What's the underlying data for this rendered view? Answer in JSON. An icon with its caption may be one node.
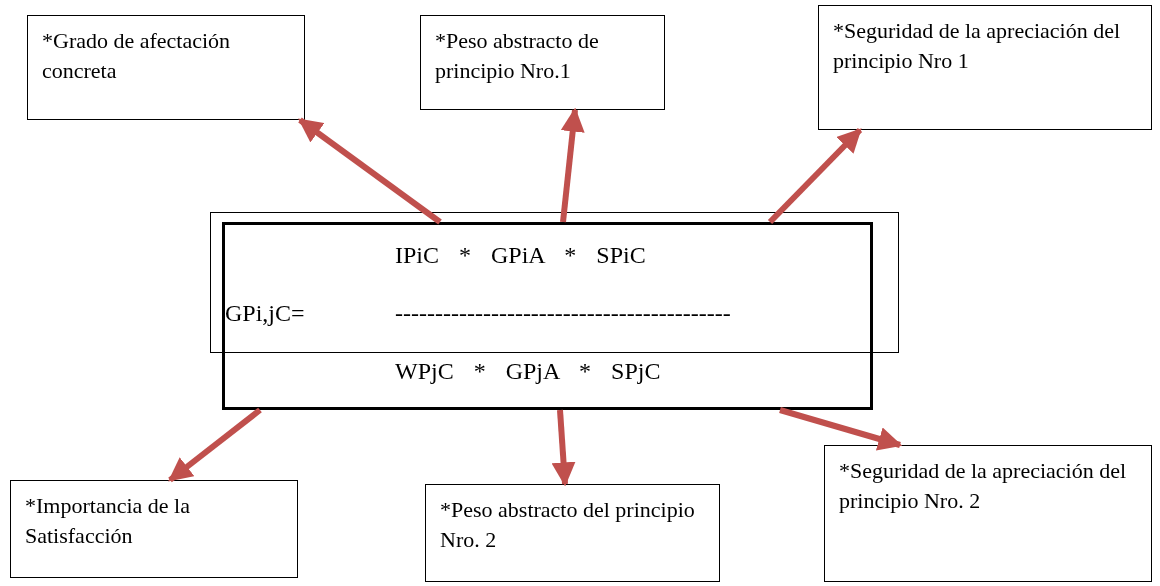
{
  "diagram": {
    "nodes": [
      {
        "text": [
          "*Grado de afectación concreta"
        ]
      },
      {
        "text": [
          "*Peso abstracto de principio Nro.1"
        ]
      },
      {
        "text": [
          "*Seguridad de la apreciación del principio Nro 1"
        ]
      },
      {
        "text": [
          "IPiC * GPiA * SPiC",
          "GPi,jC=",
          "------------------------------------------",
          "WPjC * GPjA * SPjC"
        ]
      },
      {
        "text": [
          "*Importancia de la Satisfacción"
        ]
      },
      {
        "text": [
          "*Peso abstracto del principio Nro. 2"
        ]
      },
      {
        "text": [
          "*Seguridad de la apreciación del principio Nro. 2"
        ]
      }
    ],
    "edges": [
      {
        "from": 3,
        "to": 0,
        "arrow": "to",
        "color": "#c0504d"
      },
      {
        "from": 3,
        "to": 1,
        "arrow": "to",
        "color": "#c0504d"
      },
      {
        "from": 3,
        "to": 2,
        "arrow": "to",
        "color": "#c0504d"
      },
      {
        "from": 3,
        "to": 4,
        "arrow": "to",
        "color": "#c0504d"
      },
      {
        "from": 3,
        "to": 5,
        "arrow": "to",
        "color": "#c0504d"
      },
      {
        "from": 3,
        "to": 6,
        "arrow": "to",
        "color": "#c0504d"
      }
    ]
  }
}
